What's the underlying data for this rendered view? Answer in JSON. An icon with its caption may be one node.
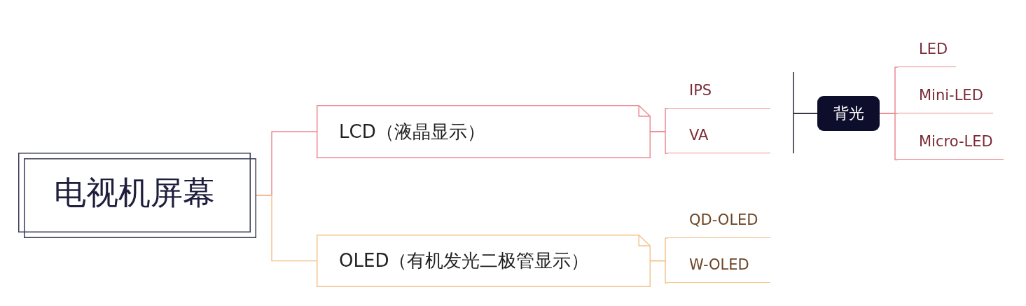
{
  "diagram": {
    "nodes": [
      {
        "text": [
          "电视机屏幕"
        ]
      },
      {
        "text": [
          "LCD（液晶显示）"
        ]
      },
      {
        "text": [
          "IPS"
        ]
      },
      {
        "text": [
          "VA"
        ]
      },
      {
        "text": [
          "背光"
        ]
      },
      {
        "text": [
          "LED"
        ]
      },
      {
        "text": [
          "Mini-LED"
        ]
      },
      {
        "text": [
          "Micro-LED"
        ]
      },
      {
        "text": [
          "OLED（有机发光二极管显示）"
        ]
      },
      {
        "text": [
          "QD-OLED"
        ]
      },
      {
        "text": [
          "W-OLED"
        ]
      }
    ],
    "edges": [
      {
        "from": 0,
        "to": 1,
        "arrow": "none"
      },
      {
        "from": 0,
        "to": 8,
        "arrow": "none",
        "color": "#f3c48e"
      },
      {
        "from": 1,
        "to": 2,
        "arrow": "none"
      },
      {
        "from": 1,
        "to": 3,
        "arrow": "none"
      },
      {
        "from": 2,
        "to": 4,
        "arrow": "none",
        "color": "#2b2b3d"
      },
      {
        "from": 3,
        "to": 4,
        "arrow": "none",
        "color": "#2b2b3d"
      },
      {
        "from": 4,
        "to": 5,
        "arrow": "none"
      },
      {
        "from": 4,
        "to": 6,
        "arrow": "none"
      },
      {
        "from": 4,
        "to": 7,
        "arrow": "none"
      },
      {
        "from": 8,
        "to": 9,
        "arrow": "none",
        "color": "#f3c48e"
      },
      {
        "from": 8,
        "to": 10,
        "arrow": "none",
        "color": "#f3c48e"
      }
    ]
  }
}
